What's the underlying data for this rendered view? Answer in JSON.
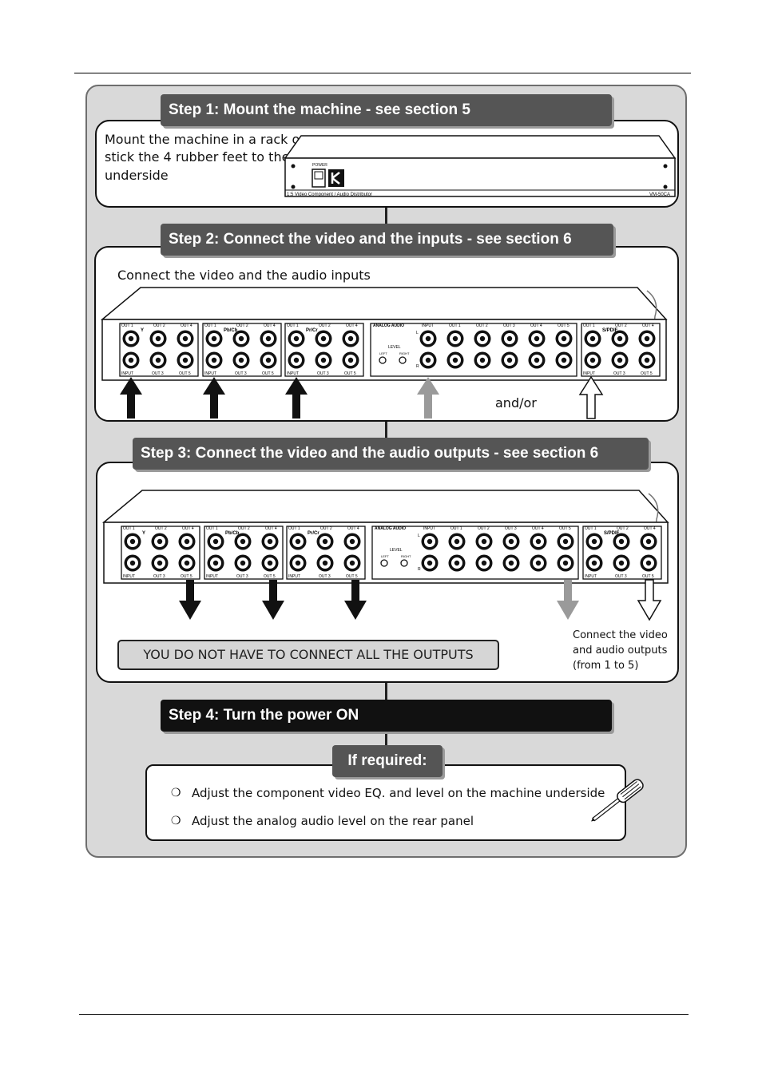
{
  "steps": {
    "step1": {
      "title": "Step 1: Mount the machine - see section 5",
      "text_lines": [
        "Mount the machine in a rack or",
        "stick the 4 rubber feet to the",
        "underside"
      ],
      "device": {
        "power_label": "POWER",
        "caption": "1:5 Video Component / Audio Distributor",
        "model": "VM-50CA"
      }
    },
    "step2": {
      "title": "Step 2: Connect the video and the inputs - see section 6",
      "text": "Connect the video and the audio inputs",
      "andor": "and/or"
    },
    "step3": {
      "title": "Step 3: Connect the video and the audio outputs - see section 6",
      "notice": "YOU DO NOT HAVE TO CONNECT ALL THE OUTPUTS",
      "note_lines": [
        "Connect the video",
        "and audio outputs",
        "(from 1 to 5)"
      ]
    },
    "step4": {
      "title": "Step 4: Turn the power ON"
    },
    "required": {
      "title": "If required:",
      "items": [
        "Adjust the component video EQ. and level on the machine underside",
        "Adjust the analog audio level on the rear panel"
      ]
    }
  },
  "panel_labels": {
    "out1": "OUT 1",
    "out2": "OUT 2",
    "out3": "OUT 3",
    "out4": "OUT 4",
    "out5": "OUT 5",
    "input": "INPUT",
    "y": "Y",
    "pbcb": "Pb/Cb",
    "prcr": "Pr/Cr",
    "analog_audio": "ANALOG AUDIO",
    "level": "LEVEL",
    "left": "LEFT",
    "right": "RIGHT",
    "l": "L",
    "r": "R",
    "spdif": "S/PDIF"
  },
  "colors": {
    "banner_dark": "#555555",
    "banner_black": "#111111",
    "frame": "#d9d9d9",
    "arrow_gray": "#9a9a9a"
  }
}
